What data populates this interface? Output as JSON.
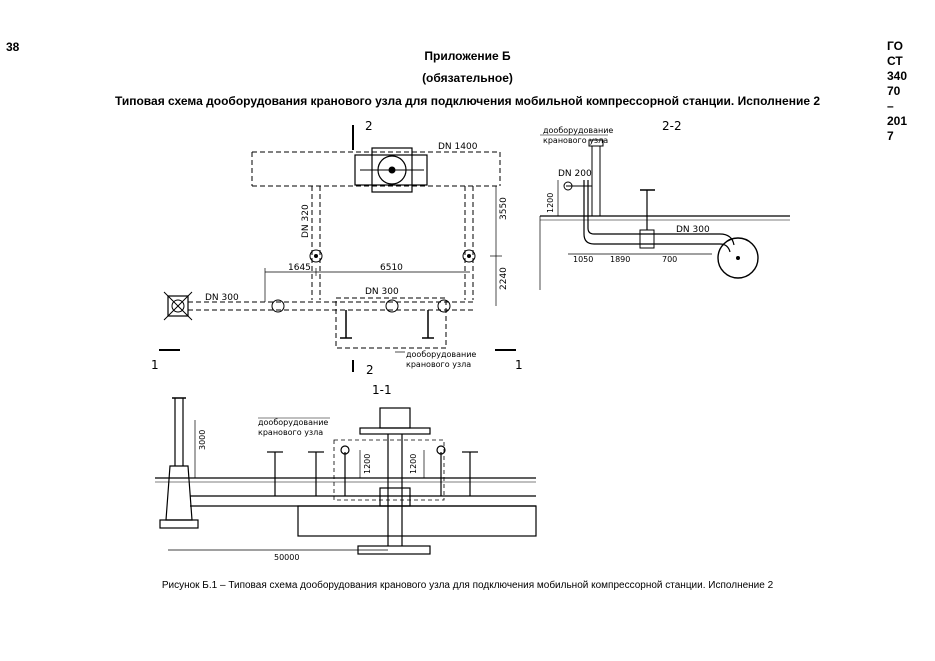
{
  "page_number": "38",
  "doc_code_lines": [
    "ГО",
    "СТ",
    "340",
    "70",
    "–",
    "201",
    "7"
  ],
  "appendix_title": "Приложение Б",
  "appendix_status": "(обязательное)",
  "title": "Типовая схема дооборудования кранового узла для подключения мобильной компрессорной станции. Исполнение 2",
  "caption": "Рисунок Б.1 – Типовая схема дооборудования кранового узла для подключения мобильной компрессорной станции. Исполнение 2",
  "plan_view": {
    "dn_main": "DN 1400",
    "dn_branch": "DN 320",
    "dn_300_left": "DN 300",
    "dn_300_mid": "DN 300",
    "dim_1645": "1645",
    "dim_6510": "6510",
    "dim_3550": "3550",
    "dim_2240": "2240",
    "section_1_left": "1",
    "section_1_right": "1",
    "section_2_top": "2",
    "section_2_bottom": "2",
    "retrofit_label_line1": "дооборудование",
    "retrofit_label_line2": "кранового узла"
  },
  "section_2_2": {
    "title": "2-2",
    "retrofit_label_line1": "дооборудование",
    "retrofit_label_line2": "кранового узла",
    "dn_200": "DN 200",
    "dn_300": "DN 300",
    "dim_1200": "1200",
    "dim_1050": "1050",
    "dim_1890": "1890",
    "dim_700": "700"
  },
  "section_1_1": {
    "title": "1-1",
    "retrofit_label_line1": "дооборудование",
    "retrofit_label_line2": "кранового узла",
    "dim_3000": "3000",
    "dim_1200_a": "1200",
    "dim_1200_b": "1200",
    "dim_50000": "50000"
  }
}
